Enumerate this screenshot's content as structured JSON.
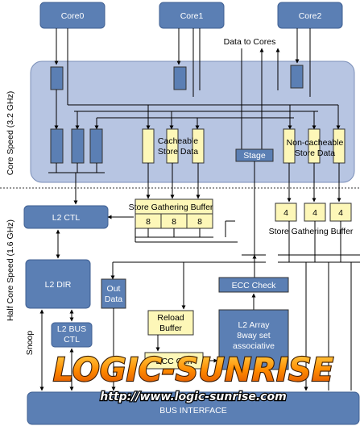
{
  "cores": [
    "Core0",
    "Core1",
    "Core2"
  ],
  "data_to_cores": "Data to Cores",
  "core_speed": "Core Speed (3.2 GHz)",
  "half_core_speed": "Half Core Speed (1.6 GHz)",
  "cacheable_store_data": [
    "Cacheable",
    "Store Data"
  ],
  "noncacheable_store_data": [
    "Non-cacheable",
    "Store Data"
  ],
  "stage": "Stage",
  "l2_ctl": "L2 CTL",
  "l2_dir": "L2 DIR",
  "l2_bus_ctl": [
    "L2 BUS",
    "CTL"
  ],
  "store_gathering_buffer": "Store Gathering Buffer",
  "sgb_cells": [
    "8",
    "8",
    "8"
  ],
  "nc_store_gathering_buffer": "Store Gathering Buffer",
  "nc_cells": [
    "4",
    "4",
    "4"
  ],
  "out_data": [
    "Out",
    "Data"
  ],
  "reload_buffer": [
    "Reload",
    "Buffer"
  ],
  "ecc_check": "ECC Check",
  "ecc_gen": "ECC Gen",
  "l2_array": [
    "L2 Array",
    "8way set",
    "associative"
  ],
  "snoop": "Snoop",
  "bus_interface": "BUS INTERFACE",
  "watermark": "LOGIC-SUNRISE",
  "watermark_url": "http://www.logic-sunrise.com",
  "colors": {
    "blue_box": "#5b7fb4",
    "panel": "#b7c5e2",
    "yellow": "#fdf7b8",
    "line": "#000000"
  }
}
